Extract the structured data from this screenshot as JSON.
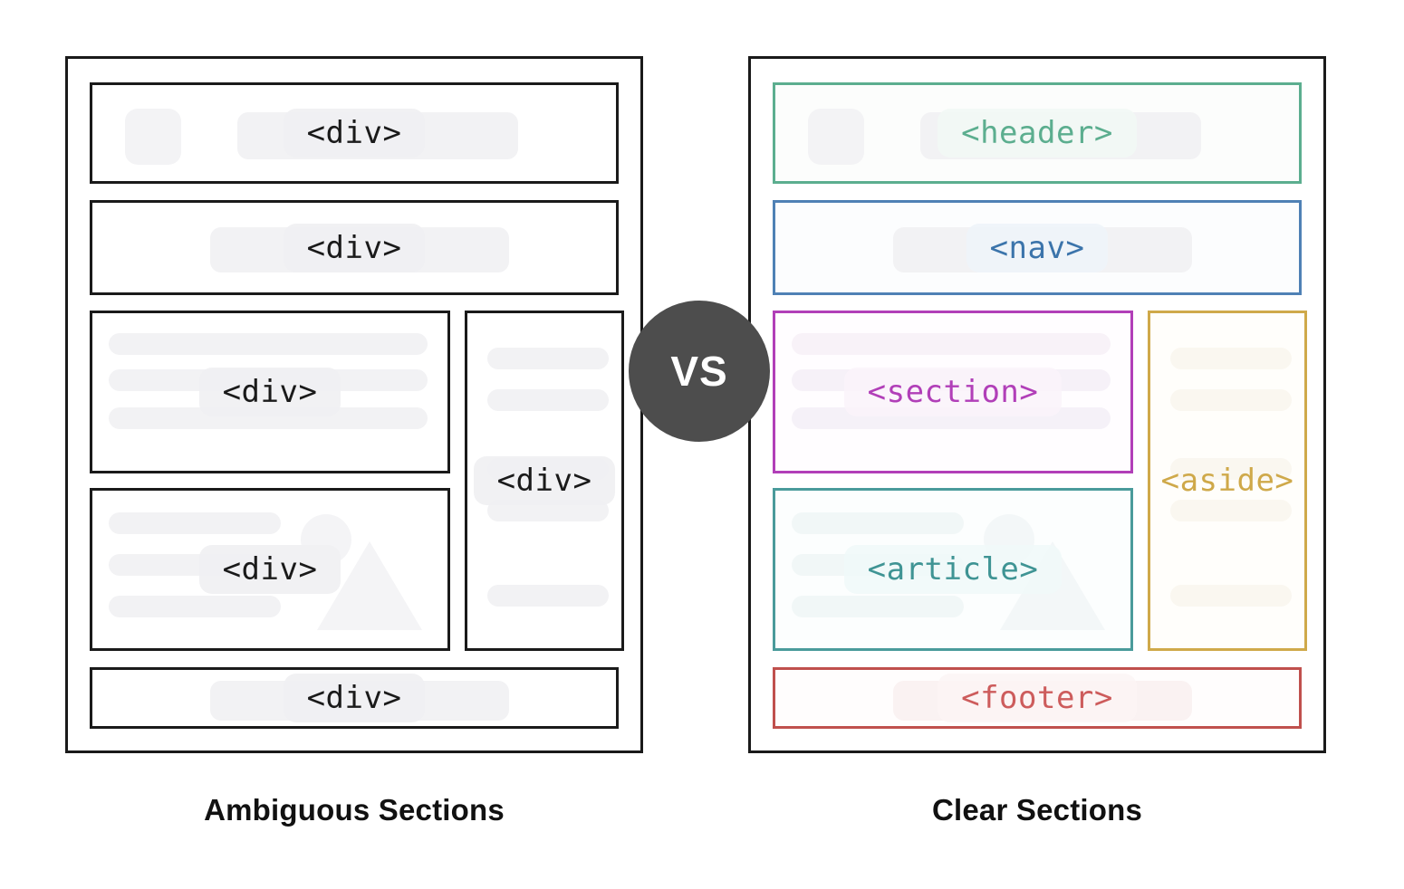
{
  "diagram": {
    "vs_badge_label": "VS",
    "vs_badge_color": "#4d4d4d",
    "background_color": "#ffffff",
    "skeleton_color": "#f2f2f4"
  },
  "left_panel": {
    "caption": "Ambiguous Sections",
    "border_color": "#1a1a1a",
    "blocks": [
      {
        "label": "<div>",
        "color": "#1a1a1a",
        "region": "top"
      },
      {
        "label": "<div>",
        "color": "#1a1a1a",
        "region": "second"
      },
      {
        "label": "<div>",
        "color": "#1a1a1a",
        "region": "main-upper"
      },
      {
        "label": "<div>",
        "color": "#1a1a1a",
        "region": "main-lower"
      },
      {
        "label": "<div>",
        "color": "#1a1a1a",
        "region": "right-column"
      },
      {
        "label": "<div>",
        "color": "#1a1a1a",
        "region": "bottom"
      }
    ]
  },
  "right_panel": {
    "caption": "Clear Sections",
    "border_color": "#1a1a1a",
    "blocks": [
      {
        "label": "<header>",
        "color": "#5cae8f",
        "region": "top"
      },
      {
        "label": "<nav>",
        "color": "#4f81b5",
        "region": "second"
      },
      {
        "label": "<section>",
        "color": "#b13fb8",
        "region": "main-upper"
      },
      {
        "label": "<article>",
        "color": "#4a9b9b",
        "region": "main-lower"
      },
      {
        "label": "<aside>",
        "color": "#cfa94a",
        "region": "right-column"
      },
      {
        "label": "<footer>",
        "color": "#c0504d",
        "region": "bottom"
      }
    ]
  }
}
